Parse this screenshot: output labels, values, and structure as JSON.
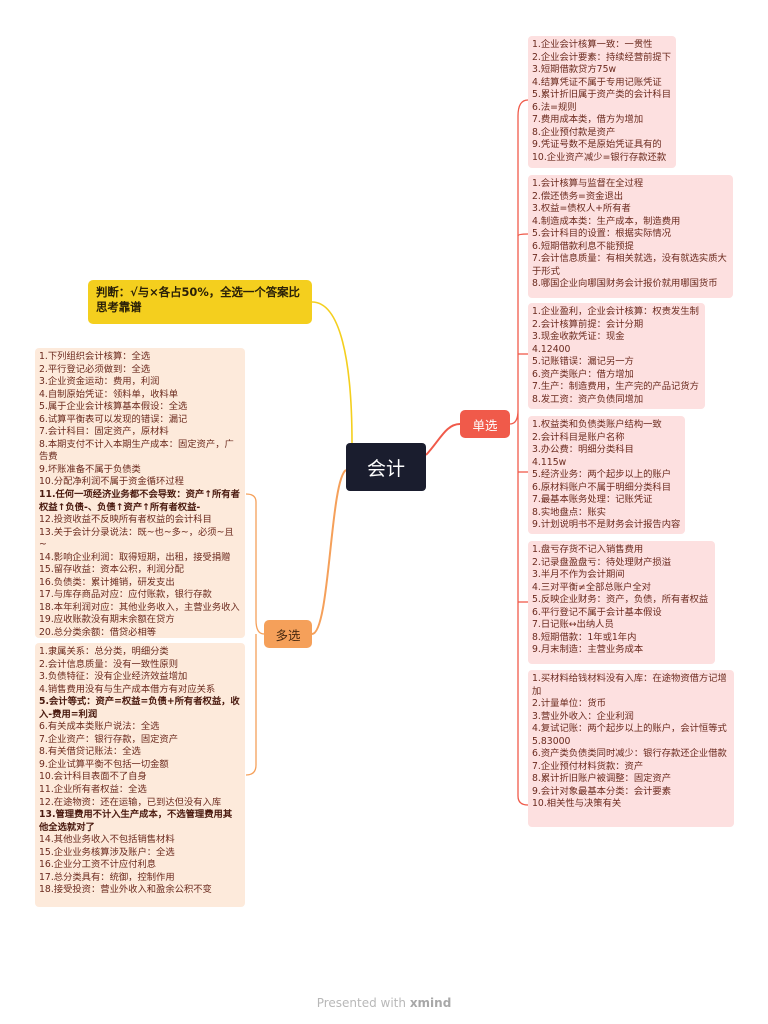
{
  "central": "会计",
  "branches": {
    "single": "单选",
    "multi": "多选"
  },
  "note": "判断：√与×各占50%，全选一个答案比思考靠谱",
  "footer": {
    "prefix": "Presented with ",
    "brand": "xmind"
  },
  "colors": {
    "central_bg": "#1a1d2e",
    "single_branch": "#f05a4a",
    "multi_branch": "#f5a05a",
    "note_bg": "#f4cf1e",
    "single_boxes": "#fde0e0",
    "multi_boxes": "#fdeadb",
    "connector_single": "#f05a4a",
    "connector_multi": "#f5a05a",
    "connector_note": "#f4cf1e"
  },
  "single_boxes": [
    {
      "lines": [
        {
          "t": "1.企业会计核算一致：一贯性"
        },
        {
          "t": "2.企业会计要素：持续经营前提下"
        },
        {
          "t": "3.短期借款贷方75w"
        },
        {
          "t": "4.结算凭证不属于专用记账凭证"
        },
        {
          "t": "5.累计折旧属于资产类的会计科目"
        },
        {
          "t": "6.法=规则"
        },
        {
          "t": "7.费用成本类，借方为增加"
        },
        {
          "t": "8.企业预付款是资产"
        },
        {
          "t": "9.凭证号数不是原始凭证具有的"
        },
        {
          "t": "10.企业资产减少=银行存款还款"
        }
      ]
    },
    {
      "lines": [
        {
          "t": "1.会计核算与监督在全过程"
        },
        {
          "t": "2.偿还债务=资金退出"
        },
        {
          "t": "3.权益=债权人+所有者"
        },
        {
          "t": "4.制造成本类：生产成本，制造费用"
        },
        {
          "t": "5.会计科目的设置：根据实际情况"
        },
        {
          "t": "6.短期借款利息不能预提"
        },
        {
          "t": "7.会计信息质量：有相关就选，没有就选实质大于形式"
        },
        {
          "t": "8.哪国企业向哪国财务会计报价就用哪国货币"
        }
      ]
    },
    {
      "lines": [
        {
          "t": "1.企业盈利，企业会计核算：权责发生制"
        },
        {
          "t": "2.会计核算前提：会计分期"
        },
        {
          "t": "3.现金收款凭证：现金"
        },
        {
          "t": "4.12400"
        },
        {
          "t": "5.记账错误：漏记另一方"
        },
        {
          "t": "6.资产类账户：借方增加"
        },
        {
          "t": "7.生产：制造费用，生产完的产品记货方"
        },
        {
          "t": "8.发工资：资产负债同增加"
        }
      ]
    },
    {
      "lines": [
        {
          "t": "1.权益类和负债类账户结构一致"
        },
        {
          "t": "2.会计科目是账户名称"
        },
        {
          "t": "3.办公费：明细分类科目"
        },
        {
          "t": "4.115w"
        },
        {
          "t": "5.经济业务：两个起步以上的账户"
        },
        {
          "t": "6.原材料账户不属于明细分类科目"
        },
        {
          "t": "7.最基本账务处理：记账凭证"
        },
        {
          "t": "8.实地盘点：账实"
        },
        {
          "t": "9.计划说明书不是财务会计报告内容"
        }
      ]
    },
    {
      "lines": [
        {
          "t": "1.盘亏存货不记入销售费用"
        },
        {
          "t": "2.记录盘盈盘亏：待处理财产损溢"
        },
        {
          "t": "3.半月不作为会计期间"
        },
        {
          "t": "4.三对平衡≠全部总账户全对"
        },
        {
          "t": "5.反映企业财务：资产，负债，所有者权益"
        },
        {
          "t": "6.平行登记不属于会计基本假设"
        },
        {
          "t": "7.日记账↔出纳人员"
        },
        {
          "t": "8.短期借款：1年或1年内"
        },
        {
          "t": "9.月末制造：主营业务成本"
        }
      ]
    },
    {
      "lines": [
        {
          "t": "1.买材料给钱材料没有入库：在途物资借方记增加"
        },
        {
          "t": "2.计量单位：货币"
        },
        {
          "t": "3.营业外收入：企业利润"
        },
        {
          "t": "4.复试记账：两个起步以上的账户，会计恒等式"
        },
        {
          "t": "5.83000"
        },
        {
          "t": "6.资产类负债类同时减少：银行存款还企业借款"
        },
        {
          "t": "7.企业预付材料货款：资产"
        },
        {
          "t": "8.累计折旧账户被调整：固定资产"
        },
        {
          "t": "9.会计对象最基本分类：会计要素"
        },
        {
          "t": "10.相关性与决策有关"
        }
      ]
    }
  ],
  "multi_boxes": [
    {
      "lines": [
        {
          "t": "1.下列组织会计核算：全选"
        },
        {
          "t": "2.平行登记必须做到：全选"
        },
        {
          "t": "3.企业资金运动：费用，利润"
        },
        {
          "t": "4.自制原始凭证：领料单，收料单"
        },
        {
          "t": "5.属于企业会计核算基本假设：全选"
        },
        {
          "t": "6.试算平衡表可以发现的错误：漏记"
        },
        {
          "t": "7.会计科目：固定资产，原材料"
        },
        {
          "t": "8.本期支付不计入本期生产成本：固定资产，广告费"
        },
        {
          "t": "9.坏账准备不属于负债类"
        },
        {
          "t": "10.分配净利润不属于资金循环过程"
        },
        {
          "t": "11.任何一项经济业务都不会导致：资产↑所有者权益↑负债-、负债↑资产↑所有者权益-",
          "b": true
        },
        {
          "t": "12.投资收益不反映所有者权益的会计科目"
        },
        {
          "t": "13.关于会计分录说法：既~也~多~，必须~且~"
        },
        {
          "t": "14.影响企业利润：取得短期，出租，接受捐赠"
        },
        {
          "t": "15.留存收益：资本公积，利润分配"
        },
        {
          "t": "16.负债类：累计摊销，研发支出"
        },
        {
          "t": "17.与库存商品对应：应付账款，银行存款"
        },
        {
          "t": "18.本年利润对应：其他业务收入，主营业务收入"
        },
        {
          "t": "19.应收账款没有期末余额在贷方"
        },
        {
          "t": "20.总分类余额：借贷必相等"
        }
      ]
    },
    {
      "lines": [
        {
          "t": "1.隶属关系：总分类，明细分类"
        },
        {
          "t": "2.会计信息质量：没有一致性原则"
        },
        {
          "t": "3.负债特征：没有企业经济效益增加"
        },
        {
          "t": "4.销售费用没有与生产成本借方有对应关系"
        },
        {
          "t": "5.会计等式：资产=权益=负债+所有者权益，收入-费用=利润",
          "b": true
        },
        {
          "t": "6.有关成本类账户说法：全选"
        },
        {
          "t": "7.企业资产：银行存款，固定资产"
        },
        {
          "t": "8.有关借贷记账法：全选"
        },
        {
          "t": "9.企业试算平衡不包括一切金额"
        },
        {
          "t": "10.会计科目表面不了自身"
        },
        {
          "t": "11.企业所有者权益：全选"
        },
        {
          "t": "12.在途物资：还在运输，已到达但没有入库"
        },
        {
          "t": "13.管理费用不计入生产成本，不选管理费用其他全选就对了",
          "b": true
        },
        {
          "t": "14.其他业务收入不包括销售材料"
        },
        {
          "t": "15.企业业务核算涉及账户：全选"
        },
        {
          "t": "16.企业分工资不计应付利息"
        },
        {
          "t": "17.总分类具有：统御，控制作用"
        },
        {
          "t": "18.接受投资：营业外收入和盈余公积不变"
        }
      ]
    }
  ]
}
